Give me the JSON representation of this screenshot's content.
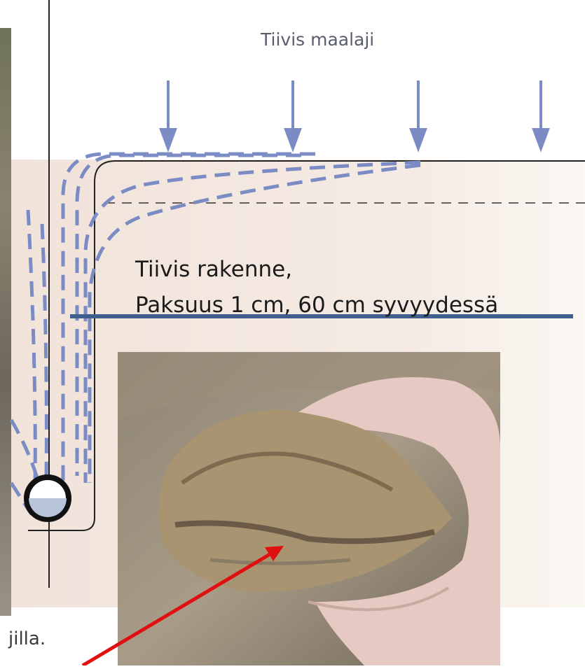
{
  "diagram": {
    "title": "Tiivis maalaji",
    "annotation_line1": "Tiivis rakenne,",
    "annotation_line2": "Paksuus 1 cm, 60 cm syvyydessä",
    "caption_fragment": "jilla.",
    "colors": {
      "soil_fill": "#f1e3da",
      "flow_arrows": "#7b8cc4",
      "annotation_bar": "#3f5f8f",
      "pointer_arrow": "#e01010",
      "outline": "#222222"
    },
    "icons": [
      "downward-arrow-icon",
      "drain-pipe-icon",
      "red-pointer-arrow-icon"
    ]
  }
}
